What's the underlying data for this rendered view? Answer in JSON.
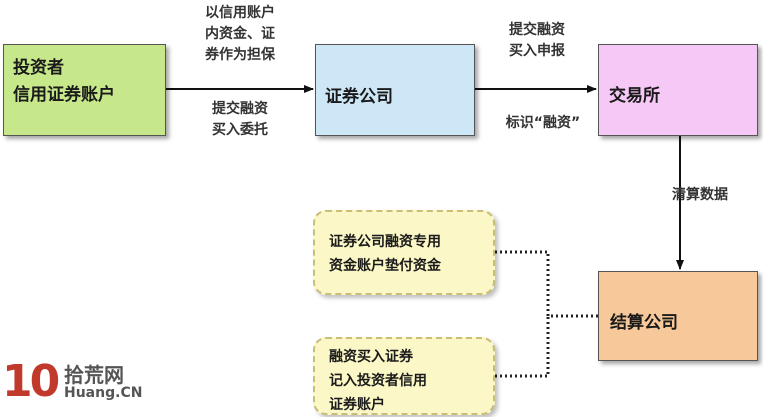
{
  "nodes": {
    "investor": {
      "line1": "投资者",
      "line2": "信用证券账户"
    },
    "broker": {
      "label": "证券公司"
    },
    "exchange": {
      "label": "交易所"
    },
    "clearing": {
      "label": "结算公司"
    }
  },
  "notes": {
    "advance": {
      "line1": "证券公司融资专用",
      "line2": "资金账户垫付资金"
    },
    "record": {
      "line1": "融资买入证券",
      "line2": "记入投资者信用",
      "line3": "证券账户"
    }
  },
  "edge_labels": {
    "collateral": {
      "line1": "以信用账户",
      "line2": "内资金、证",
      "line3": "券作为担保"
    },
    "entrust": {
      "line1": "提交融资",
      "line2": "买入委托"
    },
    "report": {
      "line1": "提交融资",
      "line2": "买入申报"
    },
    "mark": "标识“融资”",
    "clearing_data": "清算数据"
  },
  "watermark": {
    "number": "10",
    "name": "拾荒网",
    "url": "Huang.CN"
  }
}
